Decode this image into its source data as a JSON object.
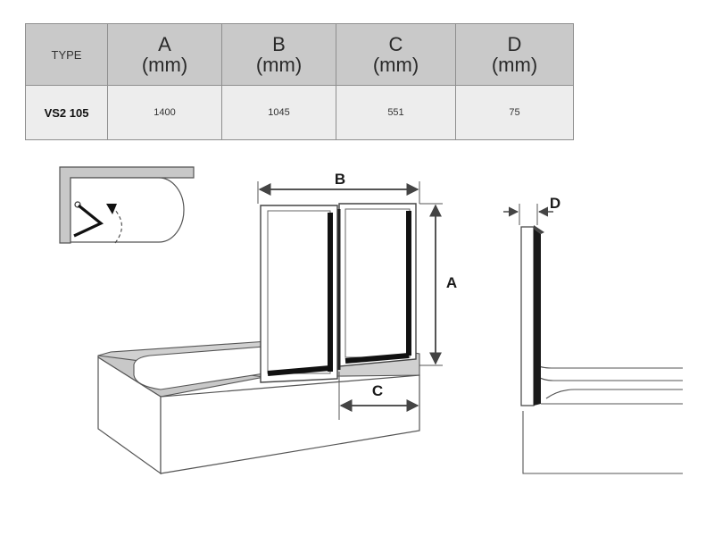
{
  "table": {
    "headers": [
      {
        "letter": "TYPE",
        "unit": ""
      },
      {
        "letter": "A",
        "unit": "(mm)"
      },
      {
        "letter": "B",
        "unit": "(mm)"
      },
      {
        "letter": "C",
        "unit": "(mm)"
      },
      {
        "letter": "D",
        "unit": "(mm)"
      }
    ],
    "rows": [
      {
        "type": "VS2 105",
        "a": "1400",
        "b": "1045",
        "c": "551",
        "d": "75"
      }
    ]
  },
  "dimension_labels": {
    "a": "A",
    "b": "B",
    "c": "C",
    "d": "D"
  },
  "colors": {
    "header_bg": "#c9c9c9",
    "row_bg": "#ededed",
    "line": "#555555",
    "bath_fill": "#c8c8c8"
  }
}
